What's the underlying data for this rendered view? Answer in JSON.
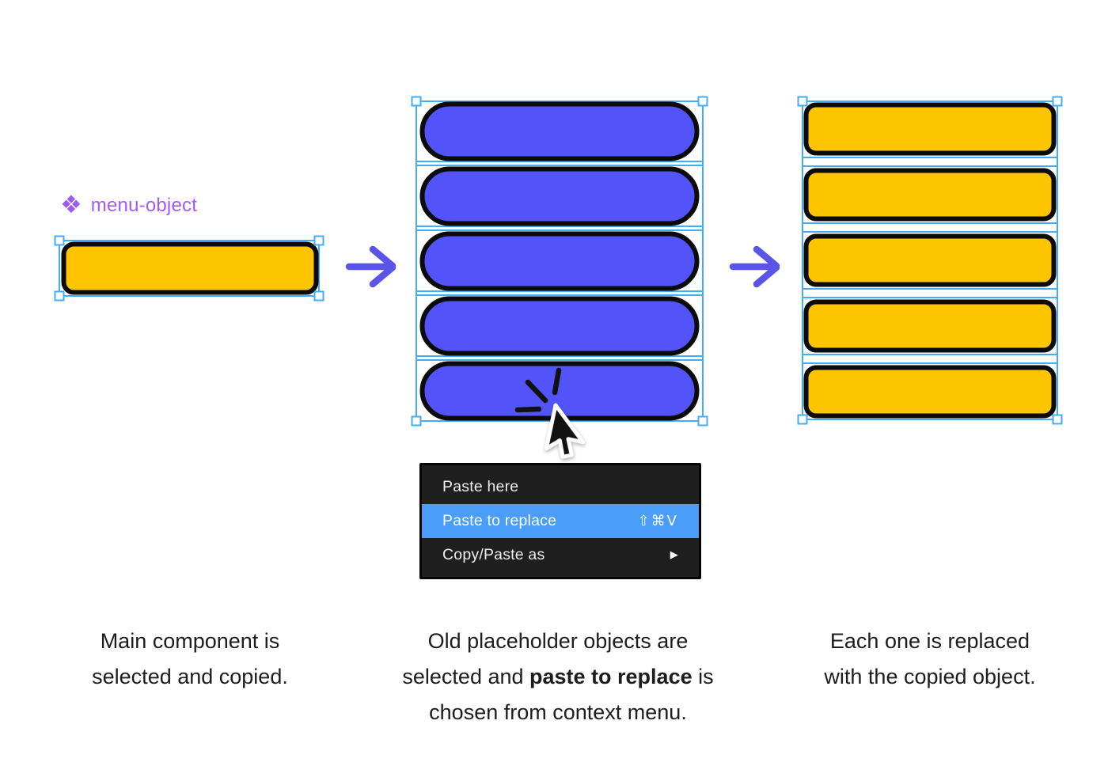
{
  "component": {
    "icon_glyph": "❖",
    "label": "menu-object"
  },
  "context_menu": {
    "items": [
      {
        "label": "Paste here",
        "shortcut": "",
        "highlighted": false
      },
      {
        "label": "Paste to replace",
        "shortcut": "⇧⌘V",
        "highlighted": true
      },
      {
        "label": "Copy/Paste as",
        "submenu_arrow": "▶",
        "highlighted": false
      }
    ]
  },
  "captions": {
    "left": {
      "lines": [
        "Main component is",
        "selected and copied."
      ]
    },
    "middle": {
      "line1": "Old placeholder objects are",
      "line2_pre": "selected and ",
      "line2_bold": "paste to replace",
      "line2_post": " is",
      "line3": "chosen from context menu."
    },
    "right": {
      "lines": [
        "Each one is replaced",
        "with the copied object."
      ]
    }
  },
  "stacks": {
    "main_component_count": 1,
    "placeholder_count": 5,
    "replaced_count": 5
  },
  "colors": {
    "object_yellow": "#FDC500",
    "pill_blue": "#5254FA",
    "outline_black": "#0B0B0B",
    "selection_blue": "#42ACF5",
    "arrow_purple": "#5B54E8",
    "component_purple": "#A259FF",
    "menu_background": "#1F1F1F",
    "menu_highlight": "#4A9DF8",
    "caption_text": "#1D1D1F"
  }
}
